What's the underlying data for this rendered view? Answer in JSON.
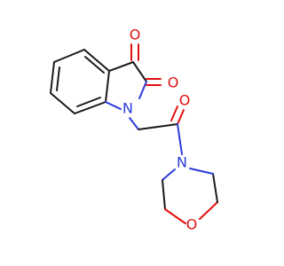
{
  "molecule": {
    "atoms": {
      "o_ketone": "O",
      "o_amide_ring": "O",
      "n_indole": "N",
      "o_acyl": "O",
      "n_morpholine": "N",
      "o_morpholine": "O"
    },
    "colors": {
      "carbon_bond": "#1a1a1a",
      "oxygen": "#e01010",
      "nitrogen": "#2a3bd8"
    }
  }
}
